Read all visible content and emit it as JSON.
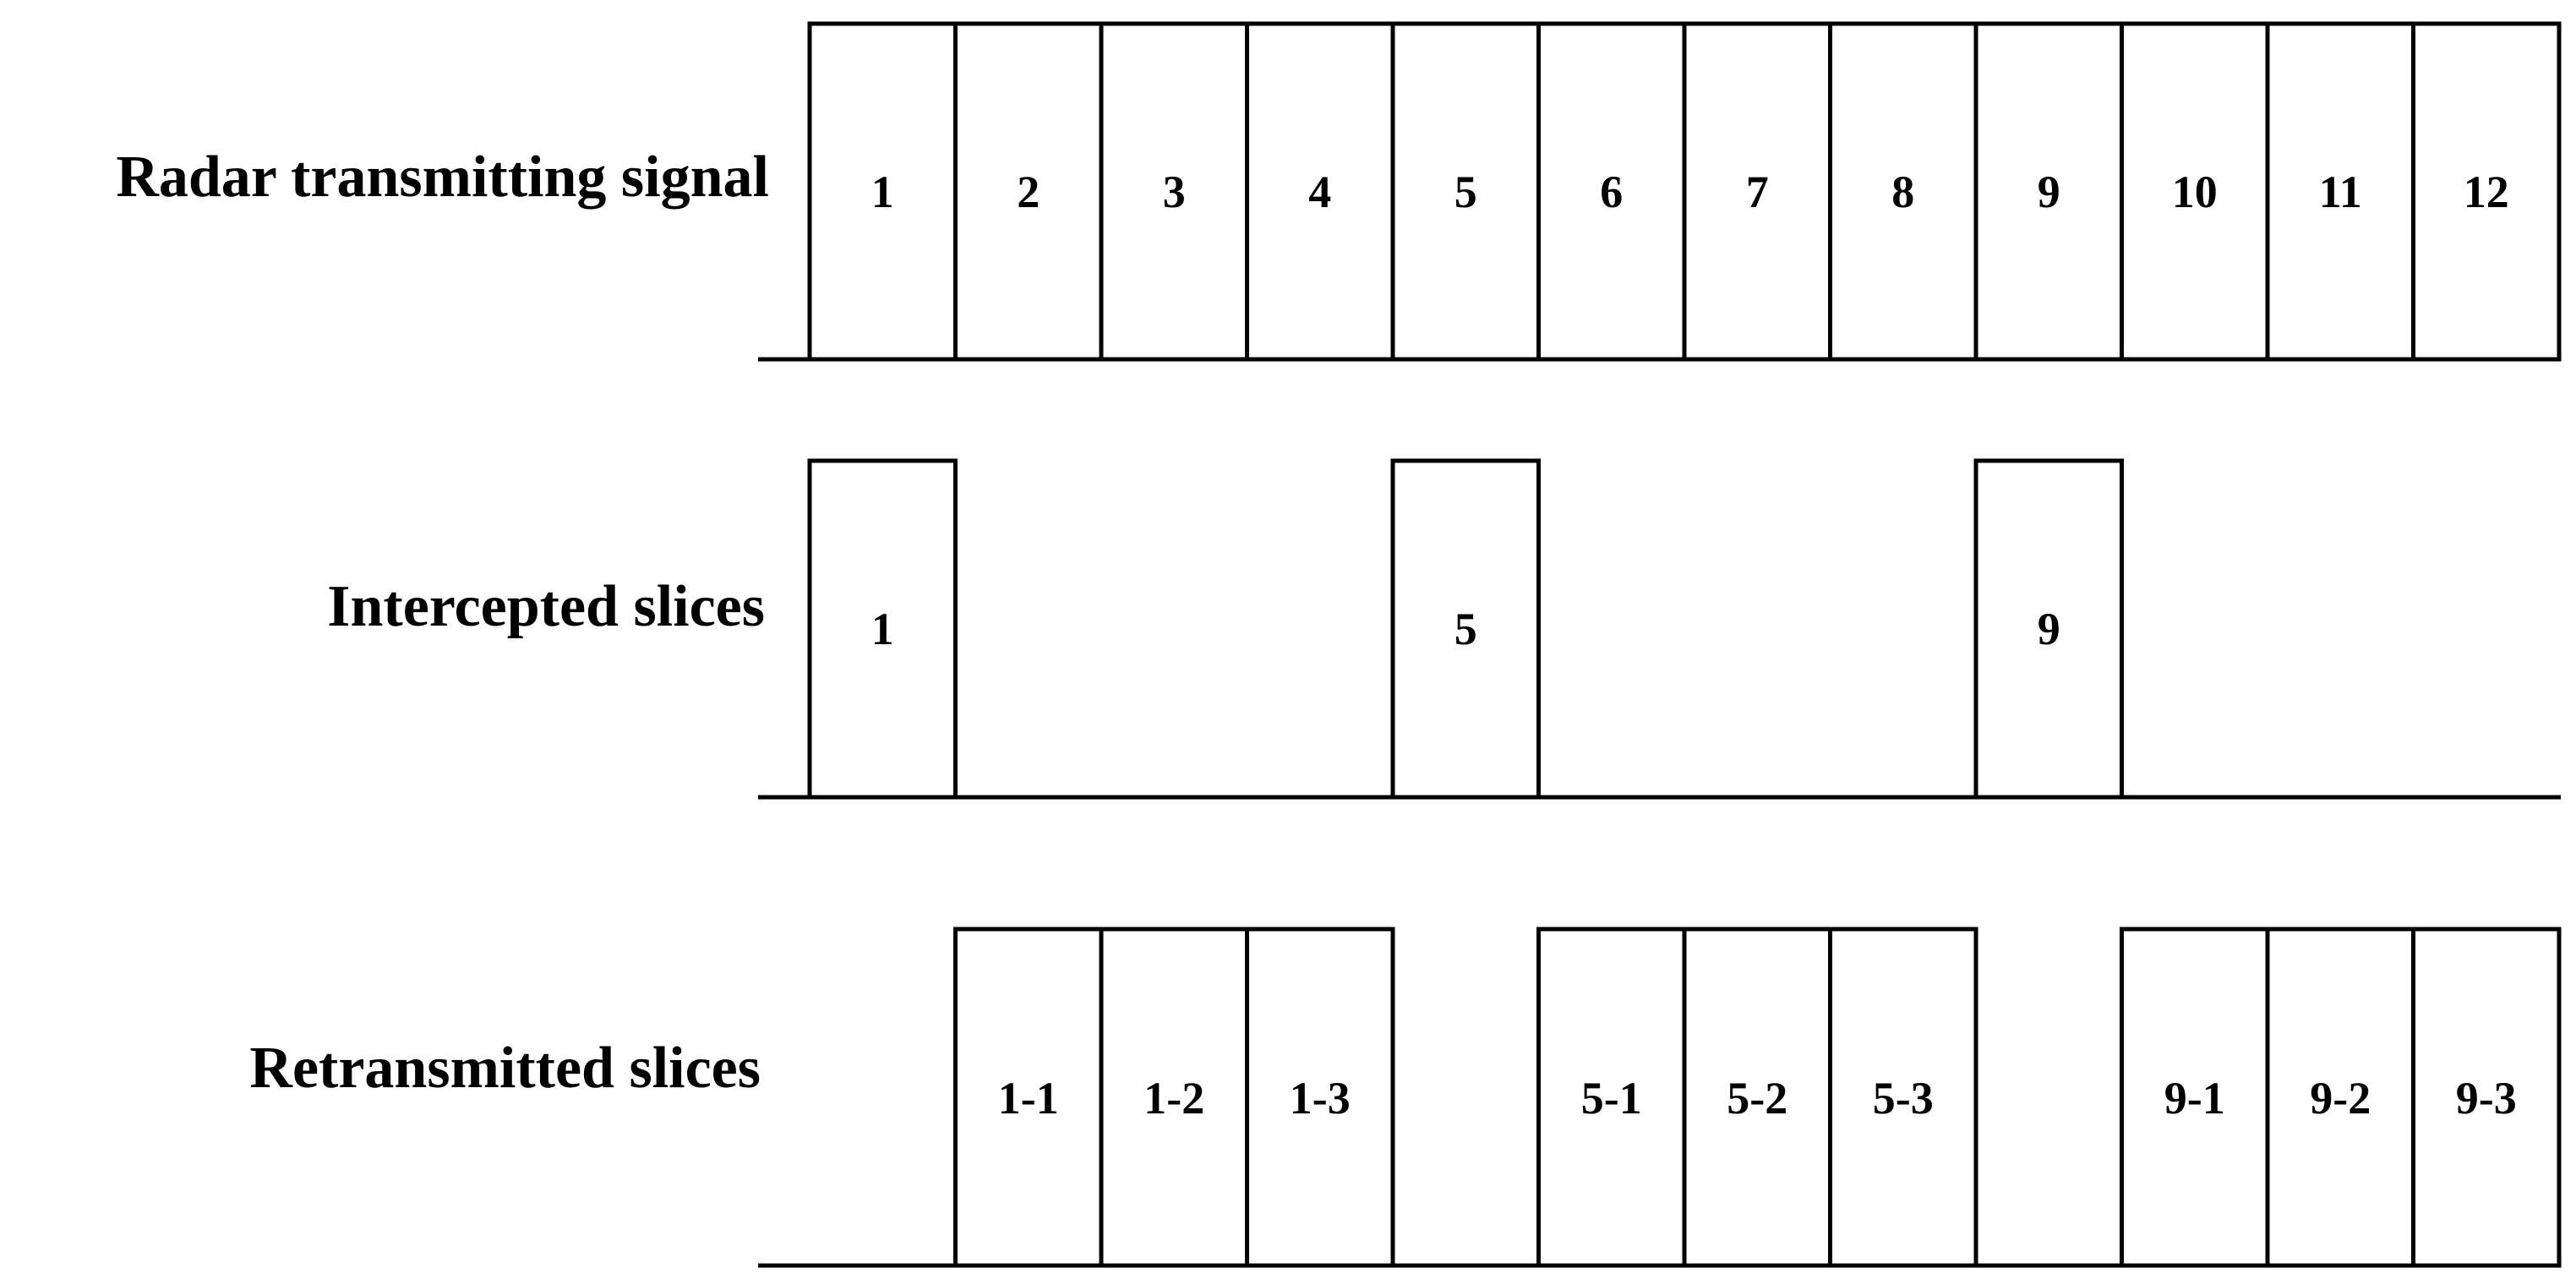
{
  "rows": [
    {
      "label": "Radar transmitting signal",
      "slots": [
        "1",
        "2",
        "3",
        "4",
        "5",
        "6",
        "7",
        "8",
        "9",
        "10",
        "11",
        "12"
      ]
    },
    {
      "label": "Intercepted slices",
      "slots": [
        "1",
        null,
        null,
        null,
        "5",
        null,
        null,
        null,
        "9",
        null,
        null,
        null
      ]
    },
    {
      "label": "Retransmitted slices",
      "slots": [
        null,
        "1-1",
        "1-2",
        "1-3",
        null,
        "5-1",
        "5-2",
        "5-3",
        null,
        "9-1",
        "9-2",
        "9-3"
      ]
    }
  ]
}
